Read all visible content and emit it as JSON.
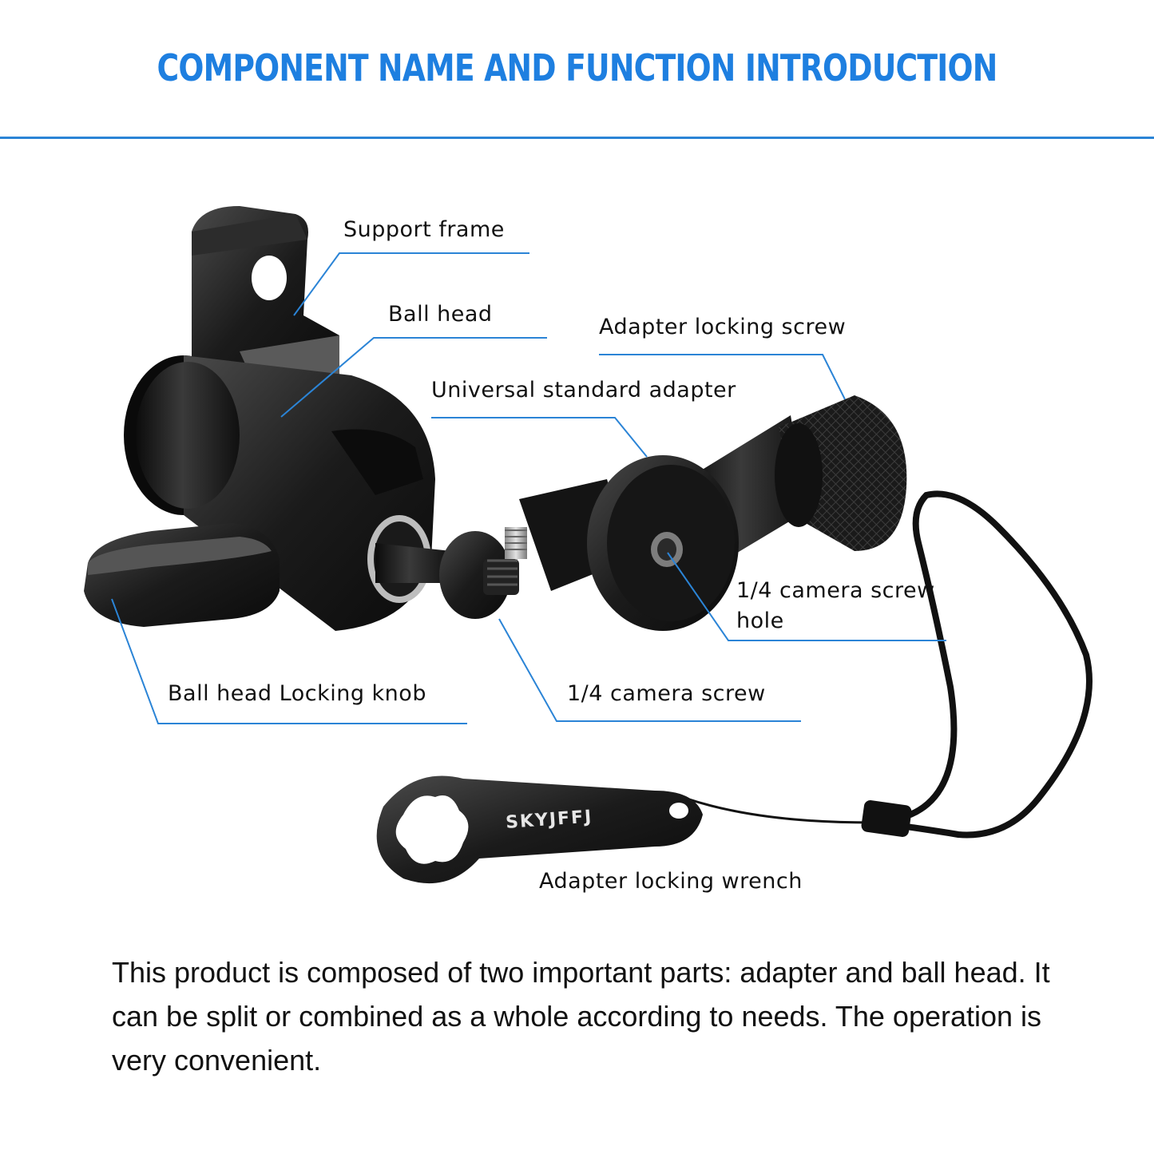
{
  "title": "COMPONENT NAME AND FUNCTION INTRODUCTION",
  "labels": {
    "support_frame": "Support frame",
    "ball_head": "Ball head",
    "adapter_locking_screw": "Adapter locking screw",
    "universal_standard_adapter": "Universal standard adapter",
    "camera_screw_hole": "1/4 camera screw hole",
    "ball_head_locking_knob": "Ball head Locking knob",
    "camera_screw": "1/4 camera screw",
    "adapter_locking_wrench": "Adapter locking wrench"
  },
  "wrench_brand": "SKYJFFJ",
  "description": "This product is composed of two important parts: adapter and ball head. It can be split or combined as a whole according to needs. The operation is very convenient.",
  "colors": {
    "accent": "#1e7fe0",
    "line": "#2b84d6",
    "metal": "#1a1a1a"
  }
}
